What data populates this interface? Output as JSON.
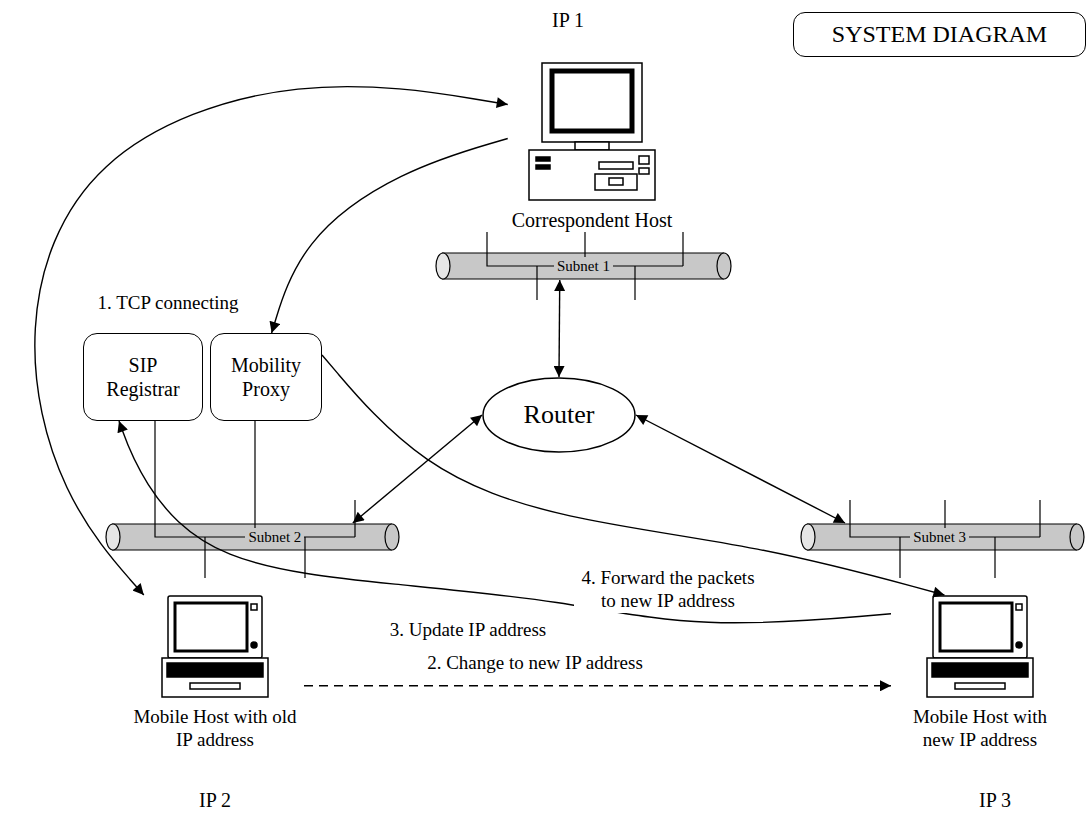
{
  "diagram": {
    "title": "SYSTEM DIAGRAM",
    "nodes": [
      {
        "text": [
          "Correspondent Host"
        ]
      },
      {
        "text": [
          "Subnet 1"
        ]
      },
      {
        "text": [
          "SIP Registrar"
        ]
      },
      {
        "text": [
          "Mobility Proxy"
        ]
      },
      {
        "text": [
          "Router"
        ]
      },
      {
        "text": [
          "Subnet 2"
        ]
      },
      {
        "text": [
          "Subnet 3"
        ]
      },
      {
        "text": [
          "Mobile Host with old IP address"
        ]
      },
      {
        "text": [
          "Mobile Host with new IP address"
        ]
      }
    ],
    "edges": [
      {
        "from": 7,
        "to": 0,
        "label": "1. TCP connecting",
        "arrow": "both"
      },
      {
        "from": 0,
        "to": 3,
        "arrow": "to"
      },
      {
        "from": 1,
        "to": 4,
        "arrow": "both"
      },
      {
        "from": 4,
        "to": 5,
        "arrow": "both"
      },
      {
        "from": 4,
        "to": 6,
        "arrow": "both"
      },
      {
        "from": 7,
        "to": 8,
        "label": "2. Change to new IP address",
        "arrow": "to"
      },
      {
        "from": 8,
        "to": 2,
        "label": "3. Update IP address",
        "arrow": "to"
      },
      {
        "from": 3,
        "to": 8,
        "label": "4. Forward the packets to new IP address",
        "arrow": "to"
      }
    ],
    "labels": [
      "IP 1",
      "IP 2",
      "IP 3"
    ]
  }
}
